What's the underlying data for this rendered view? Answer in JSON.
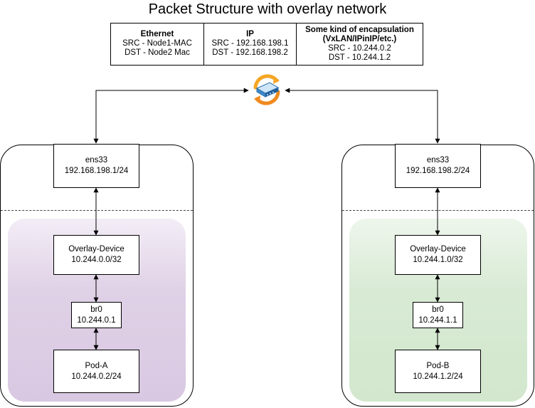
{
  "title": "Packet Structure with overlay network",
  "packet": {
    "ethernet": {
      "header": "Ethernet",
      "src": "SRC - Node1-MAC",
      "dst": "DST - Node2 Mac"
    },
    "ip": {
      "header": "IP",
      "src": "SRC - 192.168.198.1",
      "dst": "DST - 192.168.198.2"
    },
    "encap": {
      "header": "Some kind of encapsulation (VxLAN/IPinIP/etc.)",
      "src": "SRC - 10.244.0.2",
      "dst": "DST - 10.244.1.2"
    }
  },
  "router": {
    "icon": "router-icon"
  },
  "node1": {
    "color": "#d9c8e2",
    "nic": {
      "name": "ens33",
      "addr": "192.168.198.1/24"
    },
    "overlay": {
      "name": "Overlay-Device",
      "addr": "10.244.0.0/32"
    },
    "bridge": {
      "name": "br0",
      "addr": "10.244.0.1"
    },
    "pod": {
      "name": "Pod-A",
      "addr": "10.244.0.2/24"
    }
  },
  "node2": {
    "color": "#d2e7cd",
    "nic": {
      "name": "ens33",
      "addr": "192.168.198.2/24"
    },
    "overlay": {
      "name": "Overlay-Device",
      "addr": "10.244.1.0/32"
    },
    "bridge": {
      "name": "br0",
      "addr": "10.244.1.1"
    },
    "pod": {
      "name": "Pod-B",
      "addr": "10.244.1.2/24"
    }
  }
}
